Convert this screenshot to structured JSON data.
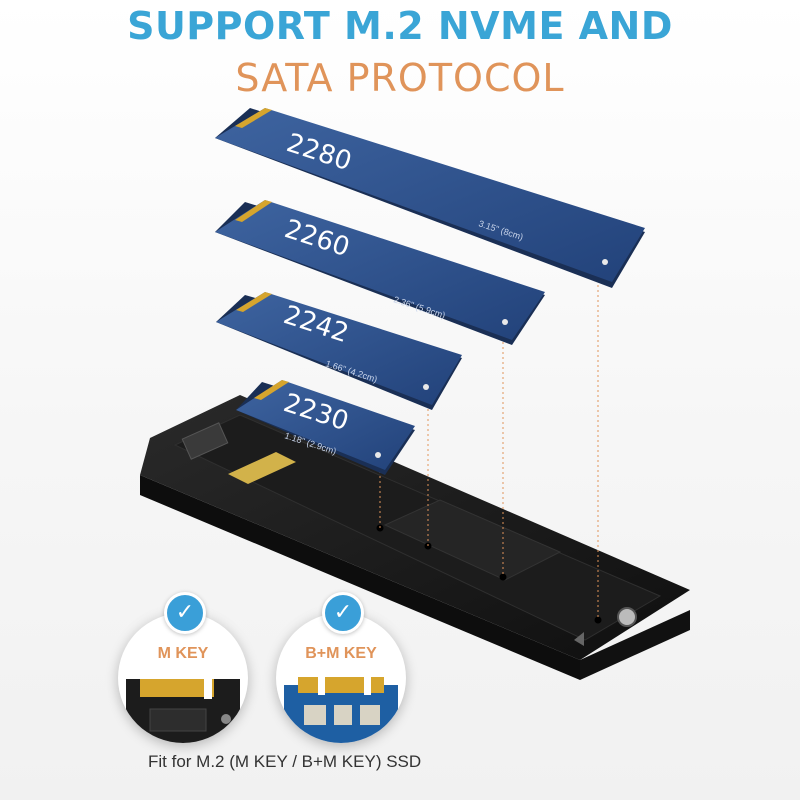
{
  "header": {
    "line1": "SUPPORT M.2 NVME AND",
    "line2": "SATA PROTOCOL"
  },
  "ssd_cards": [
    {
      "size_label": "2280",
      "length_label": "3.15\" (8cm)"
    },
    {
      "size_label": "2260",
      "length_label": "2.36\" (5.9cm)"
    },
    {
      "size_label": "2242",
      "length_label": "1.66\" (4.2cm)"
    },
    {
      "size_label": "2230",
      "length_label": "1.18\" (2.9cm)"
    }
  ],
  "badges": [
    {
      "key_label": "M KEY",
      "check_icon": "check-icon"
    },
    {
      "key_label": "B+M KEY",
      "check_icon": "check-icon"
    }
  ],
  "footer": {
    "compatibility_text": "Fit for M.2 (M KEY / B+M KEY) SSD"
  },
  "colors": {
    "title_blue": "#3aa5d6",
    "title_orange": "#e0945a",
    "ssd_blue": "#2b4f8a",
    "enclosure_black": "#1b1b1b",
    "check_blue": "#3a9fd8",
    "pcb_green": "#2e7d3a",
    "gold_contacts": "#d6a52d"
  }
}
